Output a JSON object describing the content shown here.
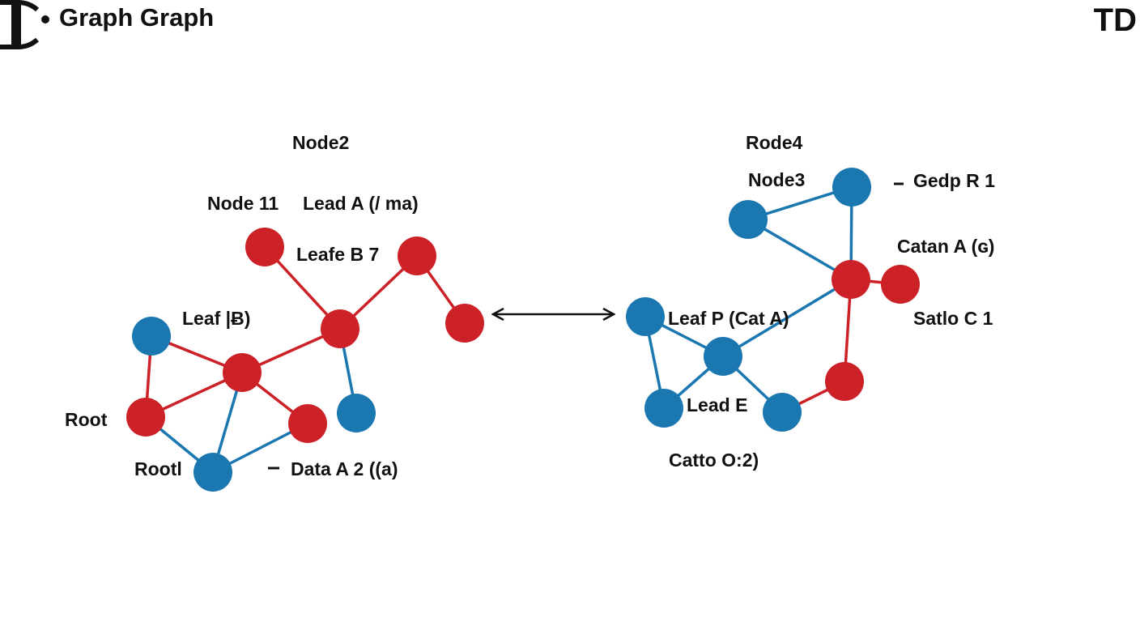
{
  "header": {
    "title": "Graph Graph",
    "badge": "TD"
  },
  "colors": {
    "red": "#cc2127",
    "blue": "#1b77b0",
    "text": "#111111",
    "arrow": "#111111"
  },
  "labels": {
    "node2": "Node2",
    "node11": "Node 11",
    "lead_a_ma": "Lead A (/ ma)",
    "leafe_b7": "Leafe B 7",
    "leaf_s": "Leaf |Ƀ)",
    "root": "Root",
    "rootl": "Rootl",
    "data_a2": "Data A 2 ((a)",
    "rode4": "Rode4",
    "node3": "Node3",
    "gedp_r1": "Gedp R 1",
    "catan_a": "Catan A (ɢ)",
    "satlo_c1": "Satlo C 1",
    "leaf_cat_a": "Leaf P (Cat A)",
    "lead_e": "Lead E",
    "catto_o2": "Catto O:2)"
  }
}
